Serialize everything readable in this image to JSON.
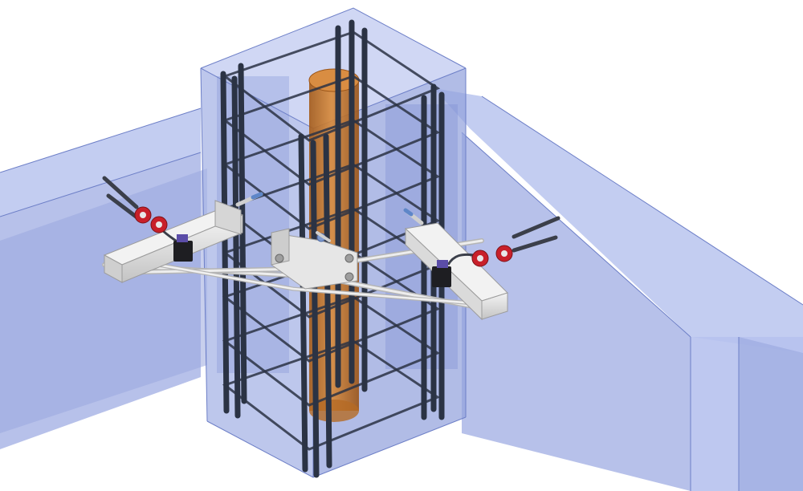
{
  "scene": {
    "subject": "column-beam-joint",
    "colors": {
      "background": "#ffffff",
      "concrete_face": "#aab6e6",
      "concrete_light": "#b9c4ee",
      "concrete_dark": "#8f9ed8",
      "concrete_edge": "#6d7fc7",
      "rebar": "#2b3344",
      "rebar_highlight": "#5c6780",
      "core_pipe": "#c8782a",
      "core_pipe_dark": "#9a5418",
      "steel": "#e4e4e4",
      "steel_shade": "#b9b9b9",
      "clamp_red": "#c8202a",
      "actuator_black": "#1e1e22",
      "hose_dark": "#3b3f4a",
      "stud_blue": "#5e86c8"
    },
    "components": [
      "concrete-beams",
      "column",
      "rebar-cage",
      "core-pipe",
      "steel-brackets",
      "tie-rods",
      "hydraulic-clamps"
    ]
  }
}
